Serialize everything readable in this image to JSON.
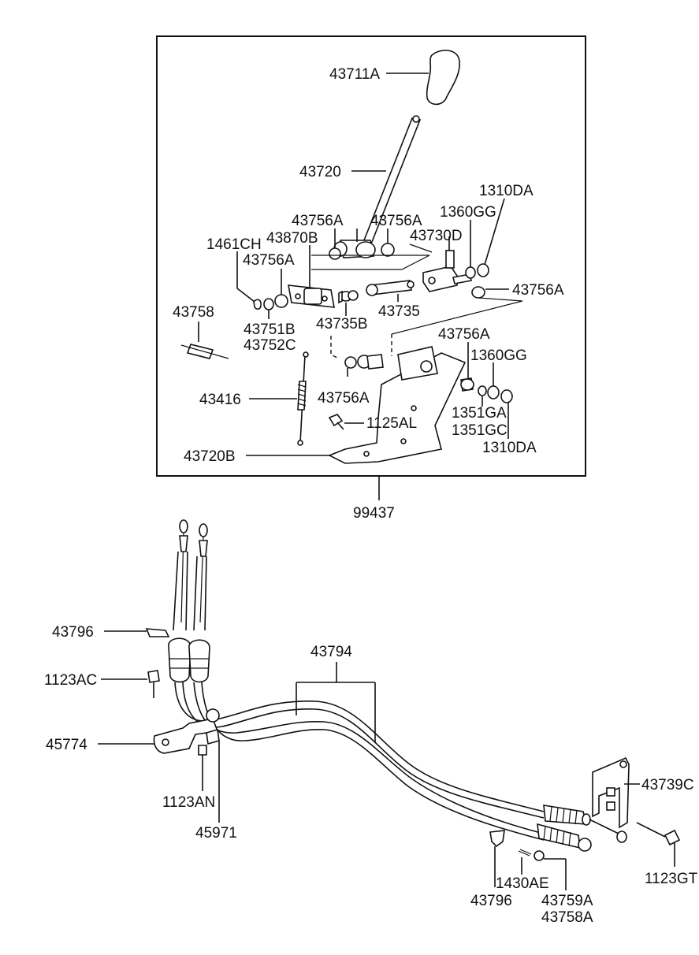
{
  "labels": {
    "p43711A": "43711A",
    "p43720": "43720",
    "p43756A_1": "43756A",
    "p43756A_2": "43756A",
    "p43870B": "43870B",
    "p1360GG_1": "1360GG",
    "p1310DA_1": "1310DA",
    "p43730D": "43730D",
    "p1461CH": "1461CH",
    "p43756A_3": "43756A",
    "p43756A_4": "43756A",
    "p43758": "43758",
    "p43751B": "43751B",
    "p43752C": "43752C",
    "p43735B": "43735B",
    "p43735": "43735",
    "p43756A_5": "43756A",
    "p1360GG_2": "1360GG",
    "p43416": "43416",
    "p43756A_6": "43756A",
    "p1351GA": "1351GA",
    "p1125AL": "1125AL",
    "p1351GC": "1351GC",
    "p1310DA_2": "1310DA",
    "p43720B": "43720B",
    "p99437": "99437",
    "p43796_1": "43796",
    "p43794": "43794",
    "p1123AC": "1123AC",
    "p45774": "45774",
    "p43739C": "43739C",
    "p1123AN": "1123AN",
    "p45971": "45971",
    "p43796_2": "43796",
    "p1430AE": "1430AE",
    "p43759A": "43759A",
    "p43758A": "43758A",
    "p1123GT": "1123GT"
  }
}
